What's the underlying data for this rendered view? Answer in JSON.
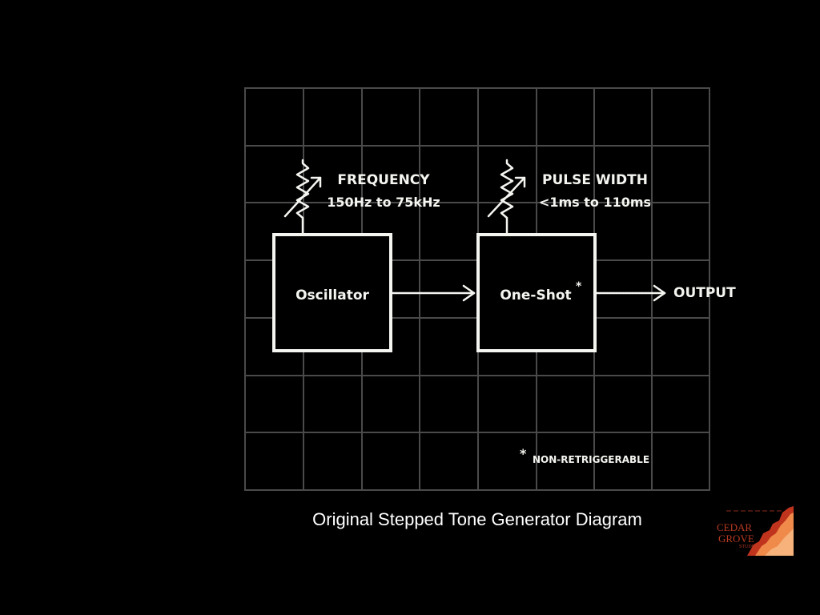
{
  "diagram": {
    "oscillator": {
      "label": "Oscillator",
      "control_label": "FREQUENCY",
      "control_range": "150Hz to 75kHz"
    },
    "one_shot": {
      "label": "One-Shot",
      "marker": "*",
      "control_label": "PULSE WIDTH",
      "control_range": "<1ms to 110ms"
    },
    "output_label": "OUTPUT",
    "footnote": {
      "marker": "*",
      "text": "NON-RETRIGGERABLE"
    }
  },
  "caption": "Original Stepped Tone Generator Diagram",
  "logo": {
    "text_line1": "CEDAR",
    "text_line2": "GROVE",
    "text_line3": "STUDIOS"
  },
  "colors": {
    "background": "#000000",
    "grid": "#4a4a4a",
    "chalk": "#f4f4f0",
    "logo_red": "#c0341d",
    "logo_orange": "#f08a4b"
  }
}
